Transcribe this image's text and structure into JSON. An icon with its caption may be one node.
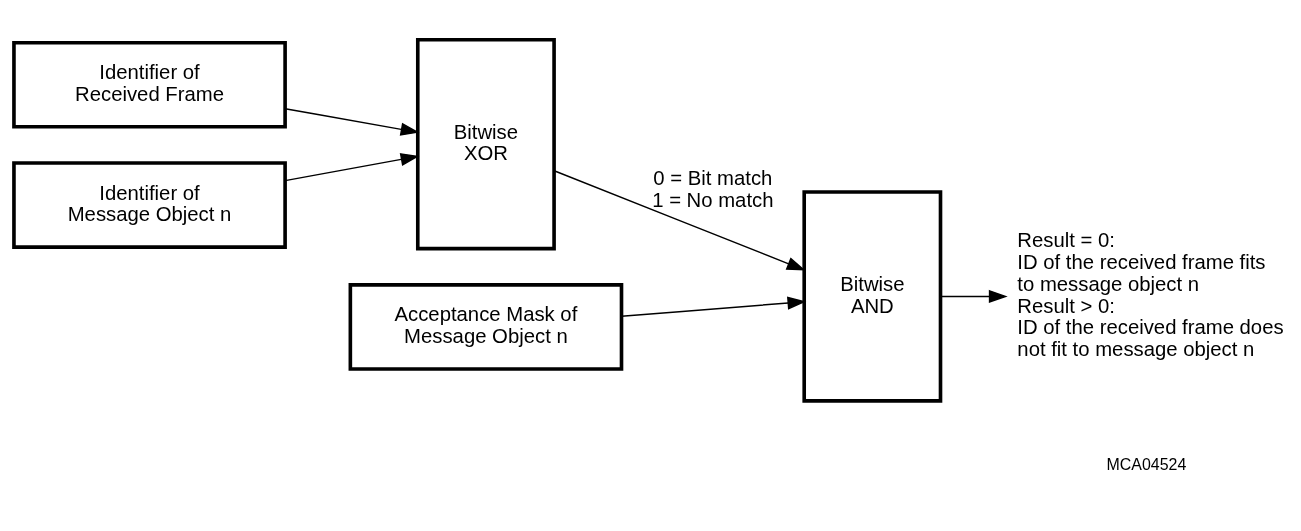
{
  "diagram": {
    "nodes": [
      {
        "text": [
          "Identifier of Received Frame"
        ]
      },
      {
        "text": [
          "Identifier of Message Object n"
        ]
      },
      {
        "text": [
          "Bitwise XOR"
        ]
      },
      {
        "text": [
          "Acceptance Mask of Message Object n"
        ]
      },
      {
        "text": [
          "Bitwise AND"
        ]
      },
      {
        "text": [
          "Result = 0:",
          "ID of the received frame fits to message object n",
          "Result > 0:",
          "ID of the received frame does not fit to message object n"
        ]
      }
    ],
    "edges": [
      {
        "from": 0,
        "to": 2,
        "arrow": "to"
      },
      {
        "from": 1,
        "to": 2,
        "arrow": "to"
      },
      {
        "from": 2,
        "to": 4,
        "arrow": "to",
        "label": "0 = Bit match 1 = No match"
      },
      {
        "from": 3,
        "to": 4,
        "arrow": "to"
      },
      {
        "from": 4,
        "to": 5,
        "arrow": "to"
      }
    ],
    "labels": [
      "MCA04524"
    ]
  }
}
